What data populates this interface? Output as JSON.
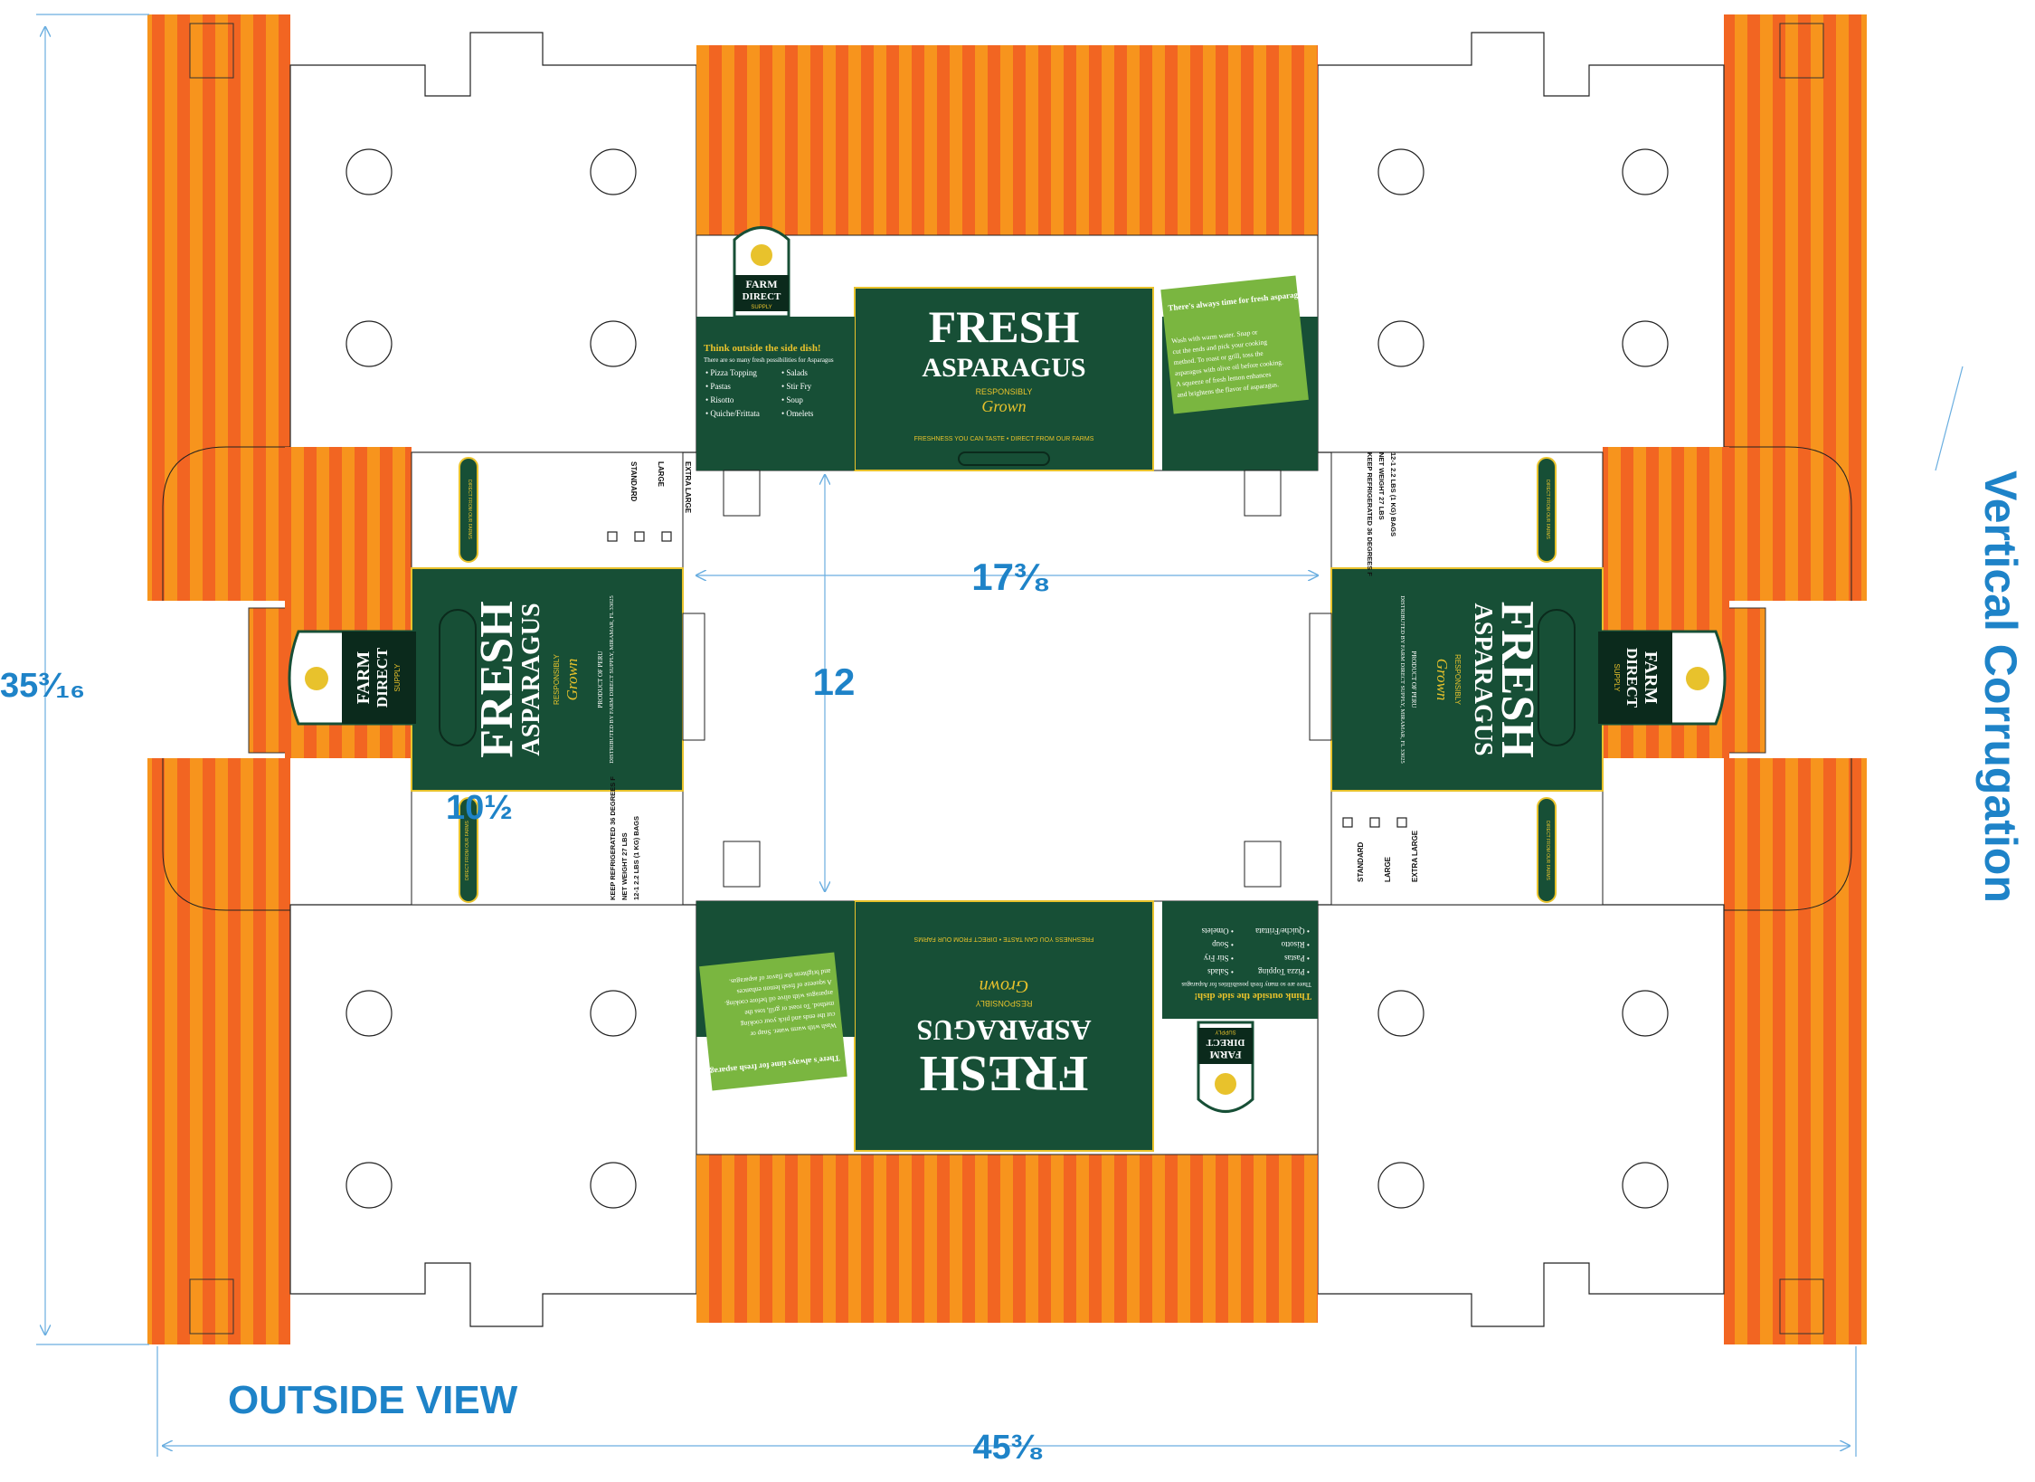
{
  "colors": {
    "dimension_blue": "#1e83c8",
    "stripe_orange": "#f26522",
    "stripe_light_orange": "#f7941d",
    "panel_green": "#174f36",
    "accent_yellow": "#e8c22c",
    "tip_green": "#7ab640"
  },
  "dimensions": {
    "height_label": "35³⁄₁₆",
    "width_label": "45³⁄₈",
    "inner_width_label": "17³⁄₈",
    "inner_height_label": "12",
    "side_depth_label": "10½",
    "view_label": "OUTSIDE VIEW",
    "corrugation_label": "Vertical Corrugation"
  },
  "brand": {
    "line1": "FARM",
    "line2": "DIRECT",
    "line3": "SUPPLY"
  },
  "product": {
    "title_line1": "FRESH",
    "title_line2": "ASPARAGUS",
    "responsibly": "RESPONSIBLY",
    "grown": "Grown",
    "tagline": "FRESHNESS YOU CAN TASTE  •  DIRECT FROM OUR FARMS"
  },
  "side_dish": {
    "heading": "Think outside the side dish!",
    "intro": "There are so many fresh possibilities for Asparagus",
    "items_left": [
      "• Pizza Topping",
      "• Pastas",
      "• Risotto",
      "• Quiche/Frittata"
    ],
    "items_right": [
      "• Salads",
      "• Stir Fry",
      "• Soup",
      "• Omelets"
    ]
  },
  "tip": {
    "heading": "There's always time for fresh asparagus!",
    "body": [
      "Wash with warm water. Snap or",
      "cut the ends and pick your cooking",
      "method. To roast or grill, toss the",
      "asparagus with olive oil before cooking.",
      "A squeeze of fresh lemon enhances",
      "and brightens the flavor of asparagus."
    ]
  },
  "end_panel": {
    "origin": "PRODUCT OF PERU",
    "distributor": "DISTRIBUTED BY FARM DIRECT SUPPLY, MIRAMAR, FL 33025",
    "badge_text": "DIRECT FROM OUR FARMS",
    "storage": "KEEP REFRIGERATED 36 DEGREES F",
    "net_weight": "NET WEIGHT 27 LBS",
    "bags": "12-1   2.2 LBS (1 KG) BAGS",
    "sizes": [
      "STANDARD",
      "LARGE",
      "EXTRA LARGE"
    ]
  }
}
